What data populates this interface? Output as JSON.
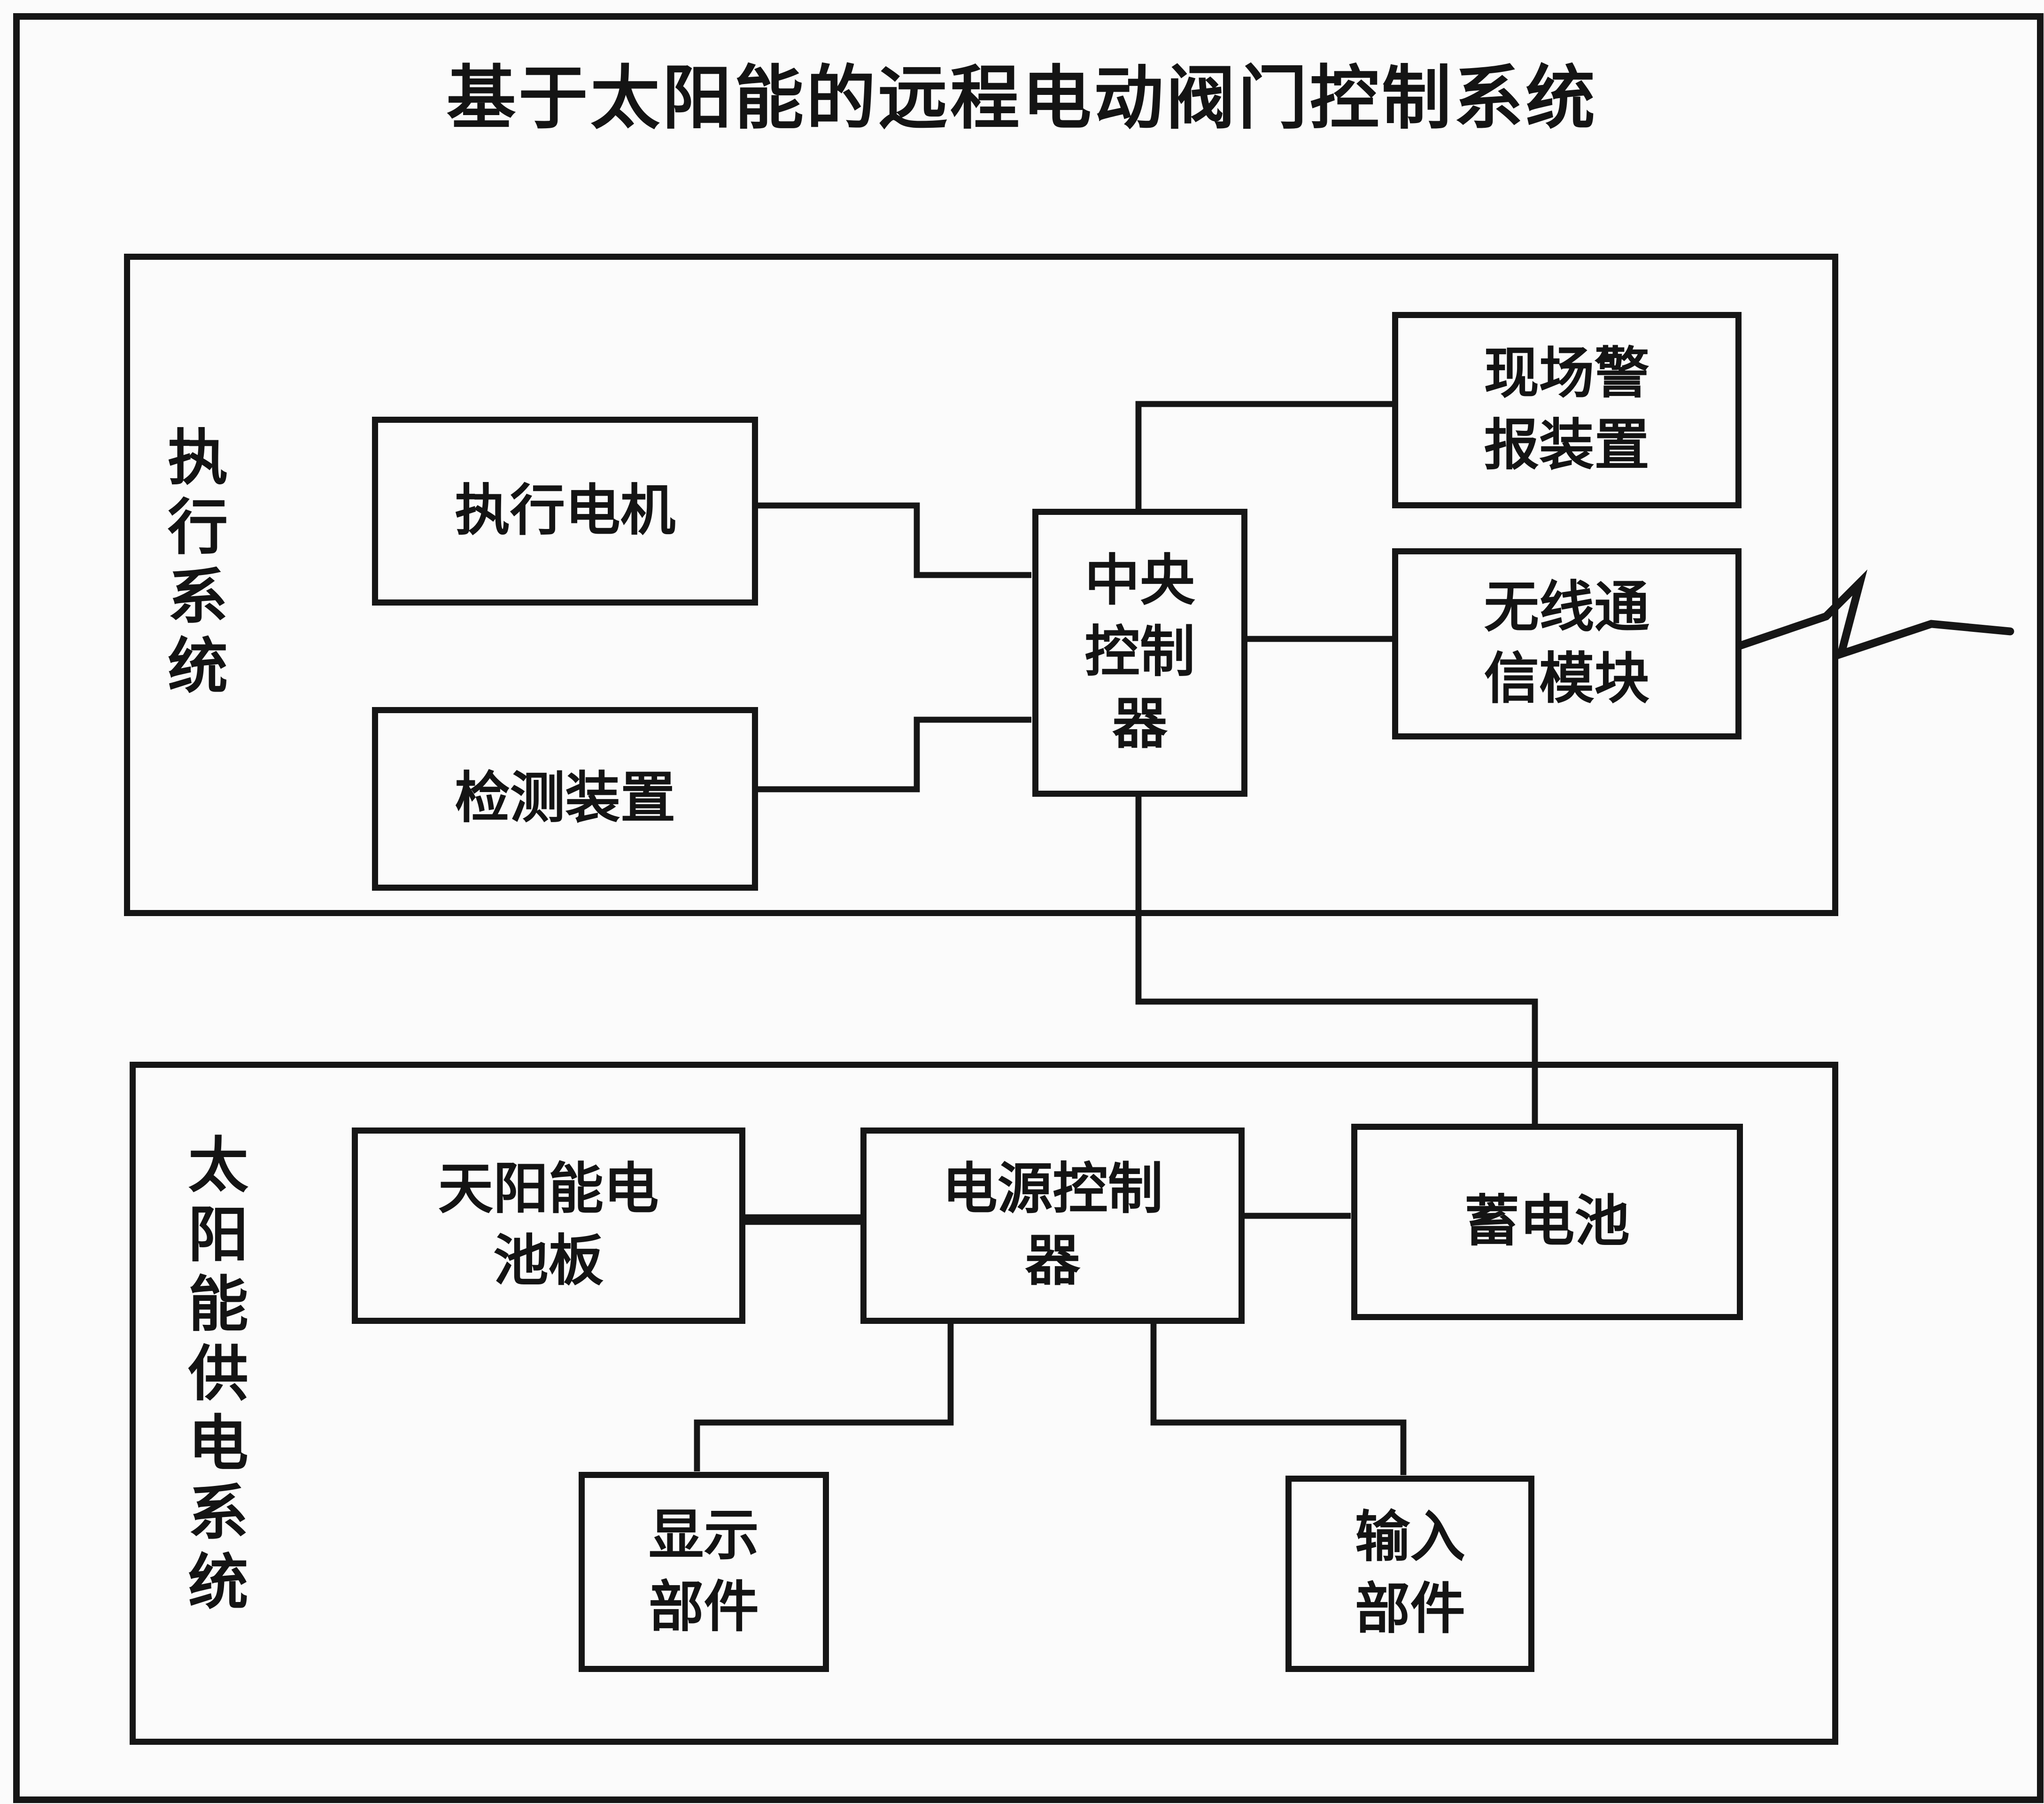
{
  "title": "基于太阳能的远程电动阀门控制系统",
  "colors": {
    "line": "#161616",
    "background": "#fbfbfb"
  },
  "sections": {
    "execution": {
      "label": "执行系统"
    },
    "solar": {
      "label": "太阳能供电系统"
    }
  },
  "boxes": {
    "exec_motor": {
      "label": "执行电机"
    },
    "detection": {
      "label": "检测装置"
    },
    "central_controller": {
      "lines": [
        "中央",
        "控制",
        "器"
      ]
    },
    "site_alarm": {
      "lines": [
        "现场警",
        "报装置"
      ]
    },
    "wireless_module": {
      "lines": [
        "无线通",
        "信模块"
      ]
    },
    "solar_panel": {
      "lines": [
        "天阳能电",
        "池板"
      ]
    },
    "power_controller": {
      "lines": [
        "电源控制",
        "器"
      ]
    },
    "battery": {
      "label": "蓄电池"
    },
    "display_part": {
      "lines": [
        "显示",
        "部件"
      ]
    },
    "input_part": {
      "lines": [
        "输入",
        "部件"
      ]
    }
  }
}
